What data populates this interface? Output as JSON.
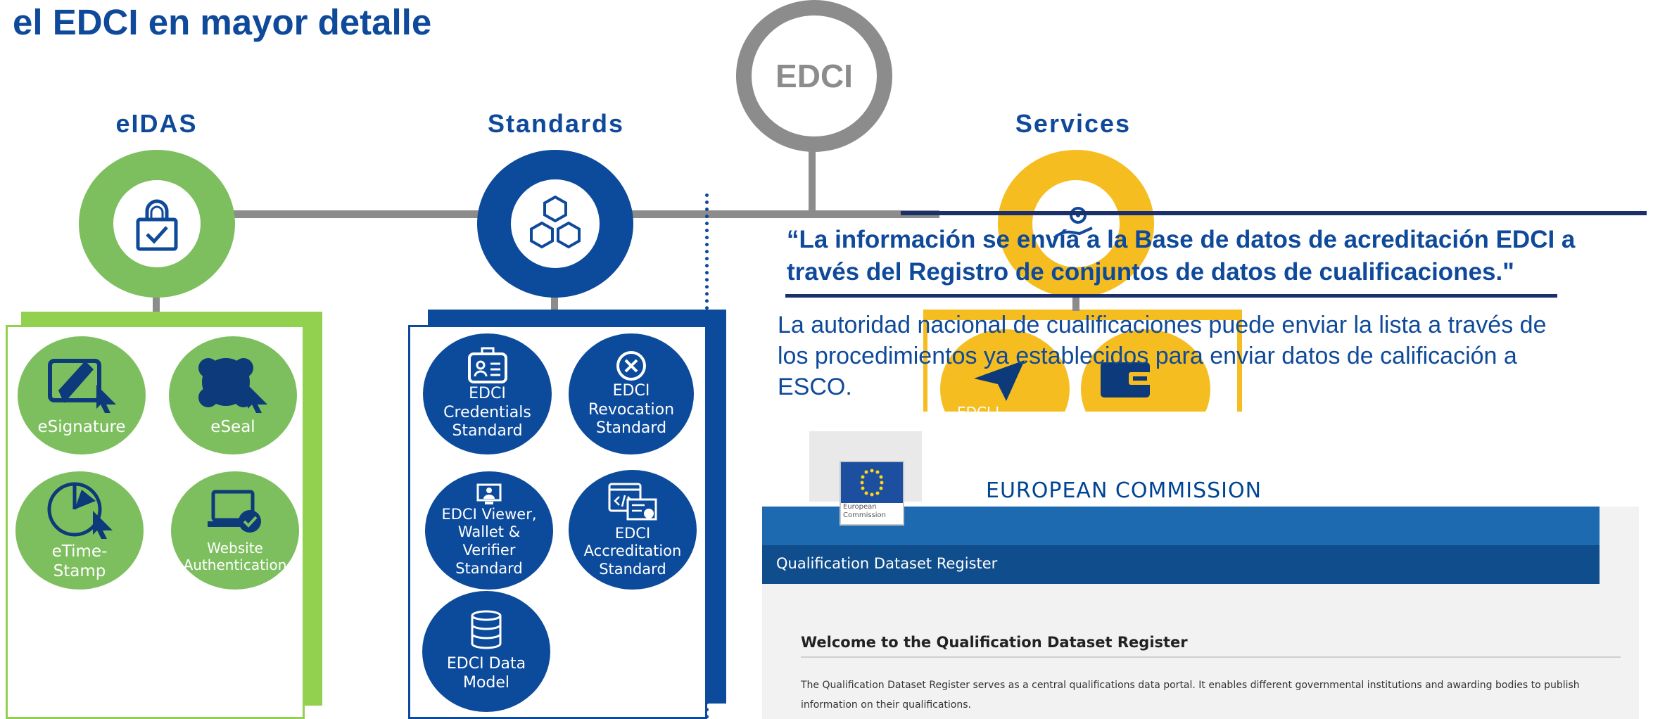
{
  "title": "el EDCI en mayor detalle",
  "hub": {
    "label": "EDCI"
  },
  "sections": {
    "eidas": {
      "label": "eIDAS"
    },
    "standards": {
      "label": "Standards"
    },
    "services": {
      "label": "Services"
    }
  },
  "eidas_items": [
    {
      "label": "eSignature",
      "icon": "signature-pen-icon"
    },
    {
      "label": "eSeal",
      "icon": "seal-icon"
    },
    {
      "label": "eTime-Stamp",
      "icon": "clock-icon"
    },
    {
      "label": "Website Authentication",
      "icon": "laptop-check-icon"
    }
  ],
  "standards_items": [
    {
      "label": "EDCI Credentials Standard",
      "icon": "id-badge-icon"
    },
    {
      "label": "EDCI Revocation Standard",
      "icon": "cancel-circle-icon"
    },
    {
      "label": "EDCI Viewer, Wallet & Verifier Standard",
      "icon": "viewer-icon"
    },
    {
      "label": "EDCI Accreditation Standard",
      "icon": "code-certificate-icon"
    },
    {
      "label": "EDCI Data Model",
      "icon": "database-icon"
    }
  ],
  "services_partial_label": "EDCI I",
  "quote": "“La información se envía a la Base de datos de acreditación EDCI a través del Registro de conjuntos de datos de cualificaciones.\"",
  "body": "La autoridad nacional de cualificaciones puede enviar la lista a través de los procedimientos ya establecidos para enviar datos de calificación a ESCO.",
  "embedded_screenshot": {
    "logo_caption_line1": "European",
    "logo_caption_line2": "Commission",
    "header": "EUROPEAN COMMISSION",
    "nav_title": "Qualification Dataset Register",
    "welcome": "Welcome to the Qualification Dataset Register",
    "intro": "The Qualification Dataset Register serves as a central qualifications data portal. It enables different governmental institutions and awarding bodies to publish information on their qualifications."
  },
  "colors": {
    "navy": "#0f4a9a",
    "green": "#7dbf5e",
    "green_panel": "#92d050",
    "blue": "#0c4a9b",
    "yellow": "#f5bd1f",
    "grey": "#8c8c8c"
  }
}
